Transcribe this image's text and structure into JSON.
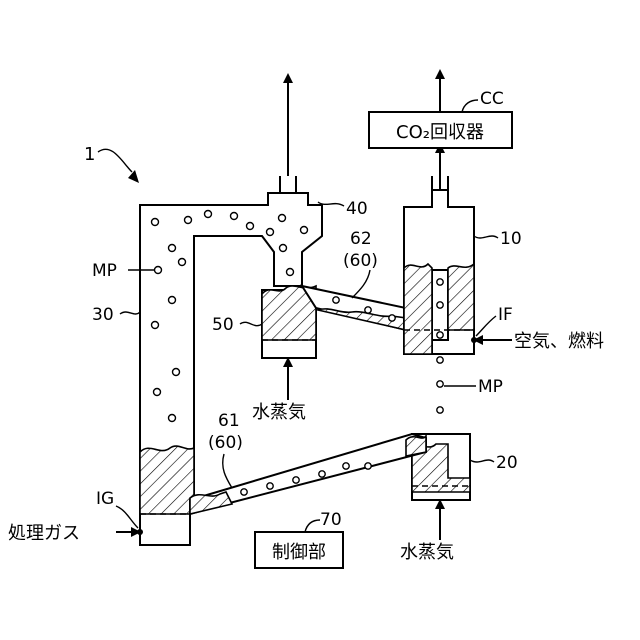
{
  "figure_label": "1",
  "labels": {
    "cc": "CC",
    "co2_box": "CO₂回収器",
    "n40": "40",
    "n62": "62",
    "n62_sub": "(60)",
    "n10": "10",
    "mp_left": "MP",
    "n30": "30",
    "n50": "50",
    "if_label": "IF",
    "air_fuel": "空気、燃料",
    "mp_right": "MP",
    "steam_left": "水蒸気",
    "n61": "61",
    "n61_sub": "(60)",
    "n20": "20",
    "ig_label": "IG",
    "process_gas": "処理ガス",
    "n70": "70",
    "control_box": "制御部",
    "steam_right": "水蒸気"
  }
}
